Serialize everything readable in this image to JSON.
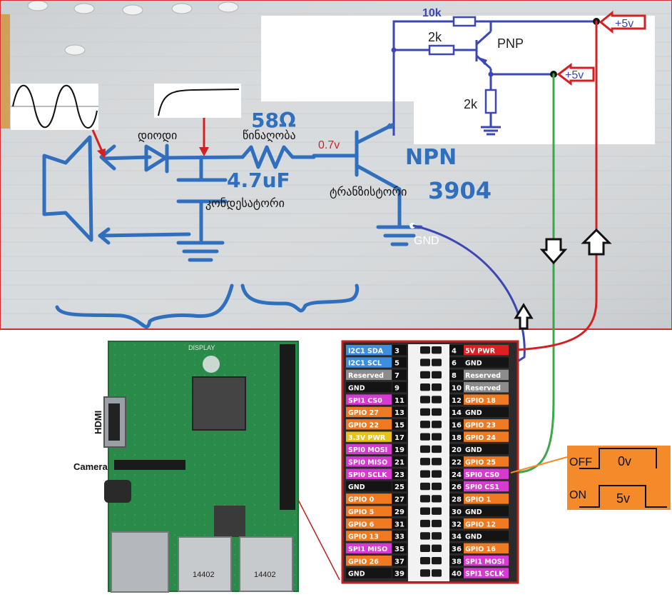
{
  "circuit": {
    "resistor_top": "10k",
    "resistor_pnp_base": "2k",
    "resistor_pnp_collector": "2k",
    "pnp_label": "PNP",
    "supply_label_1": "+5v",
    "supply_label_2": "+5v",
    "npn_label": "NPN",
    "npn_part": "3904",
    "base_voltage": "0.7v",
    "gnd_label": "GND",
    "diode_label": "დიოდი",
    "resistor_label": "წინაღობა",
    "resistor_value": "58Ω",
    "capacitor_value": "4.7uF",
    "capacitor_label": "კონდესატორი",
    "transistor_label": "ტრანზისტორი"
  },
  "board": {
    "hdmi_label": "HDMI",
    "camera_label": "Camera",
    "display_label": "DISPLAY",
    "usb_label_1": "14402",
    "usb_label_2": "14402"
  },
  "signal": {
    "off_label": "OFF",
    "off_value": "0v",
    "on_label": "ON",
    "on_value": "5v"
  },
  "colors": {
    "wire_blue": "#3a47b5",
    "wire_red": "#d42020",
    "wire_green": "#3aa84a",
    "orange_box": "#f58a2a",
    "pin_blue": "#3e8ee0",
    "pin_grey": "#8c8c8c",
    "pin_black": "#141414",
    "pin_magenta": "#d63ad0",
    "pin_orange": "#ef7a22",
    "pin_yellow": "#e8c21c",
    "pin_red": "#e02020"
  },
  "header_left": [
    {
      "label": "I2C1 SDA",
      "num": "3",
      "kind": "blue"
    },
    {
      "label": "I2C1 SCL",
      "num": "5",
      "kind": "blue"
    },
    {
      "label": "Reserved",
      "num": "7",
      "kind": "grey"
    },
    {
      "label": "GND",
      "num": "9",
      "kind": "black"
    },
    {
      "label": "SPI1 CS0",
      "num": "11",
      "kind": "magenta"
    },
    {
      "label": "GPIO 27",
      "num": "13",
      "kind": "orange"
    },
    {
      "label": "GPIO 22",
      "num": "15",
      "kind": "orange"
    },
    {
      "label": "3.3V PWR",
      "num": "17",
      "kind": "yellow"
    },
    {
      "label": "SPI0 MOSI",
      "num": "19",
      "kind": "magenta"
    },
    {
      "label": "SPI0 MISO",
      "num": "21",
      "kind": "magenta"
    },
    {
      "label": "SPI0 SCLK",
      "num": "23",
      "kind": "magenta"
    },
    {
      "label": "GND",
      "num": "25",
      "kind": "black"
    },
    {
      "label": "GPIO 0",
      "num": "27",
      "kind": "orange"
    },
    {
      "label": "GPIO 5",
      "num": "29",
      "kind": "orange"
    },
    {
      "label": "GPIO 6",
      "num": "31",
      "kind": "orange"
    },
    {
      "label": "GPIO 13",
      "num": "33",
      "kind": "orange"
    },
    {
      "label": "SPI1 MISO",
      "num": "35",
      "kind": "magenta"
    },
    {
      "label": "GPIO 26",
      "num": "37",
      "kind": "orange"
    },
    {
      "label": "GND",
      "num": "39",
      "kind": "black"
    }
  ],
  "header_right": [
    {
      "label": "5V PWR",
      "num": "4",
      "kind": "red"
    },
    {
      "label": "GND",
      "num": "6",
      "kind": "black"
    },
    {
      "label": "Reserved",
      "num": "8",
      "kind": "grey"
    },
    {
      "label": "Reserved",
      "num": "10",
      "kind": "grey"
    },
    {
      "label": "GPIO 18",
      "num": "12",
      "kind": "orange"
    },
    {
      "label": "GND",
      "num": "14",
      "kind": "black"
    },
    {
      "label": "GPIO 23",
      "num": "16",
      "kind": "orange"
    },
    {
      "label": "GPIO 24",
      "num": "18",
      "kind": "orange"
    },
    {
      "label": "GND",
      "num": "20",
      "kind": "black"
    },
    {
      "label": "GPIO 25",
      "num": "22",
      "kind": "orange"
    },
    {
      "label": "SPI0 CS0",
      "num": "24",
      "kind": "magenta"
    },
    {
      "label": "SPI0 CS1",
      "num": "26",
      "kind": "magenta"
    },
    {
      "label": "GPIO 1",
      "num": "28",
      "kind": "orange"
    },
    {
      "label": "GND",
      "num": "30",
      "kind": "black"
    },
    {
      "label": "GPIO 12",
      "num": "32",
      "kind": "orange"
    },
    {
      "label": "GND",
      "num": "34",
      "kind": "black"
    },
    {
      "label": "GPIO 16",
      "num": "36",
      "kind": "orange"
    },
    {
      "label": "SPI1 MOSI",
      "num": "38",
      "kind": "magenta"
    },
    {
      "label": "SPI1 SCLK",
      "num": "40",
      "kind": "magenta"
    }
  ]
}
